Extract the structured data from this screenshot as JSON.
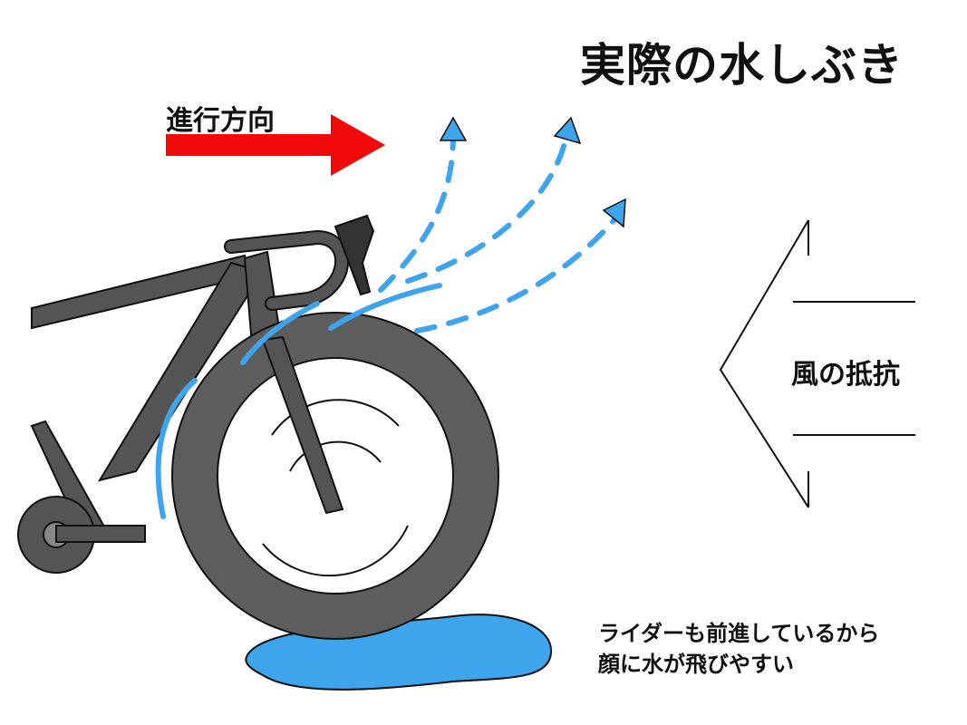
{
  "title": "実際の水しぶき",
  "direction_label": "進行方向",
  "wind_label": "風の抵抗",
  "note": [
    "ライダーも前進しているから",
    "顔に水が飛びやすい"
  ],
  "colors": {
    "arrow_red": "#f00a0a",
    "splash_blue": "#3ea4ec",
    "frame": "#555555",
    "tire": "#606060",
    "outline": "#111111"
  }
}
